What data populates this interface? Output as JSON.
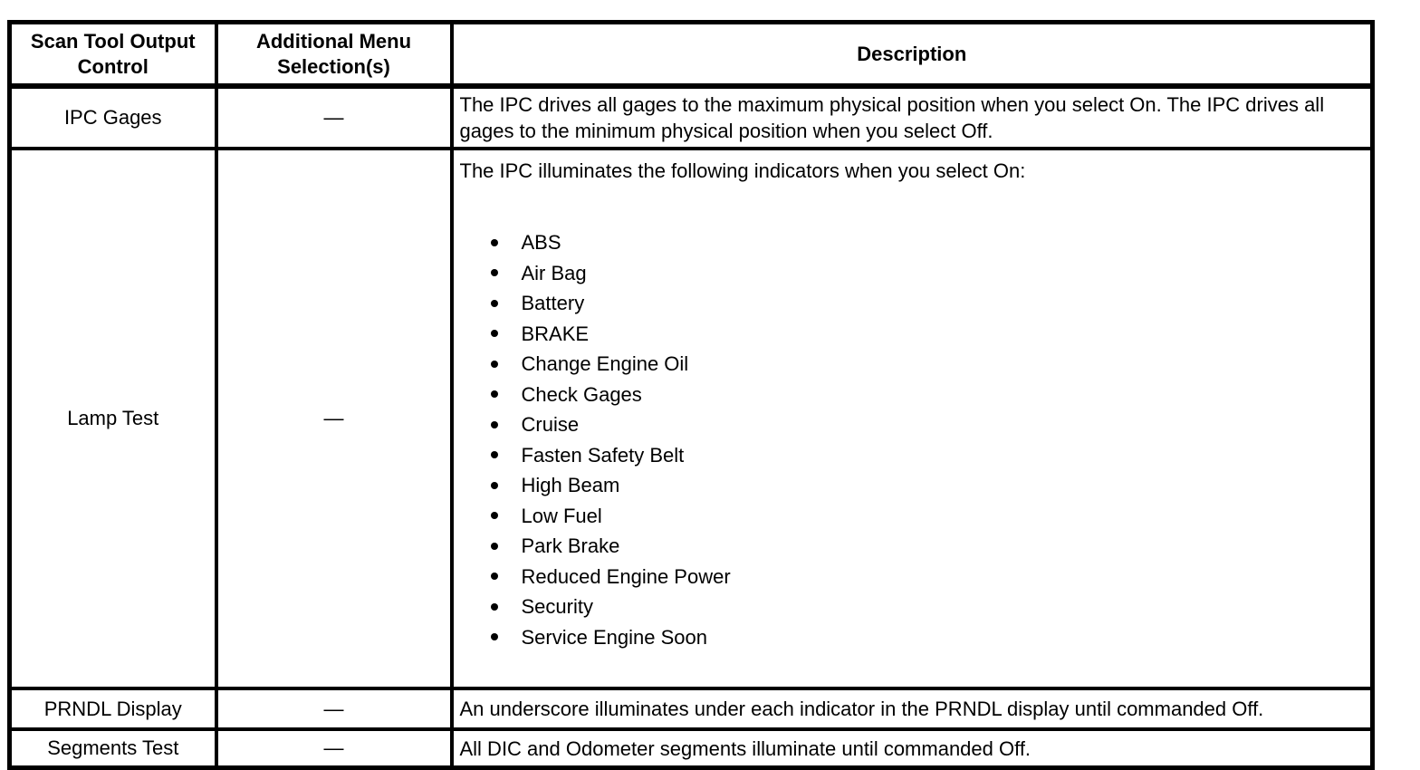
{
  "table": {
    "background": "#ffffff",
    "border_color": "#000000",
    "text_color": "#000000",
    "columns": [
      {
        "label": "Scan Tool Output Control"
      },
      {
        "label": "Additional Menu Selection(s)"
      },
      {
        "label": "Description"
      }
    ],
    "rows": [
      {
        "control": "IPC Gages",
        "menu": "—",
        "description": "The IPC drives all gages to the maximum physical position when you select On. The IPC drives all gages to the minimum physical position when you select Off."
      },
      {
        "control": "Lamp Test",
        "menu": "—",
        "description": "The IPC illuminates the following indicators when you select On:",
        "indicators": [
          "ABS",
          "Air Bag",
          "Battery",
          "BRAKE",
          "Change Engine Oil",
          "Check Gages",
          "Cruise",
          "Fasten Safety Belt",
          "High Beam",
          "Low Fuel",
          "Park Brake",
          "Reduced Engine Power",
          "Security",
          "Service Engine Soon"
        ]
      },
      {
        "control": "PRNDL Display",
        "menu": "—",
        "description": "An underscore illuminates under each indicator in the PRNDL display until commanded Off."
      },
      {
        "control": "Segments Test",
        "menu": "—",
        "description": "All DIC and Odometer segments illuminate until commanded Off."
      }
    ]
  }
}
